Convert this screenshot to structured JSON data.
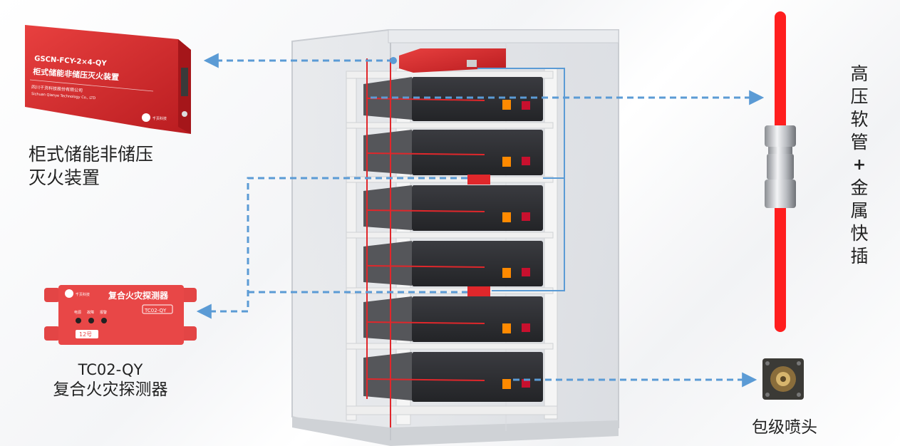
{
  "extinguisher": {
    "model": "GSCN-FCY-2×4-QY",
    "name": "柜式储能非储压灭火装置",
    "company_cn": "四川千页科技股份有限公司",
    "company_en": "Sichuan Qianye Technology Co., LTD",
    "logo_text": "千页科技"
  },
  "extinguisher_label": {
    "line1": "柜式储能非储压",
    "line2": "灭火装置"
  },
  "detector": {
    "name": "复合火灾探测器",
    "model_badge": "TC02-QY",
    "led_labels": [
      "电源",
      "故障",
      "报警"
    ],
    "number": "12号",
    "logo_text": "千页科技"
  },
  "detector_label": {
    "model": "TC02-QY",
    "name": "复合火灾探测器"
  },
  "hose_label": [
    "高",
    "压",
    "软",
    "管",
    "+",
    "金",
    "属",
    "快",
    "插"
  ],
  "nozzle_label": "包级喷头",
  "colors": {
    "accent_red": "#e0272b",
    "dash_blue": "#5b9bd5",
    "battery_dark": "#2e2f33",
    "rack_white": "#f2f2f2"
  }
}
